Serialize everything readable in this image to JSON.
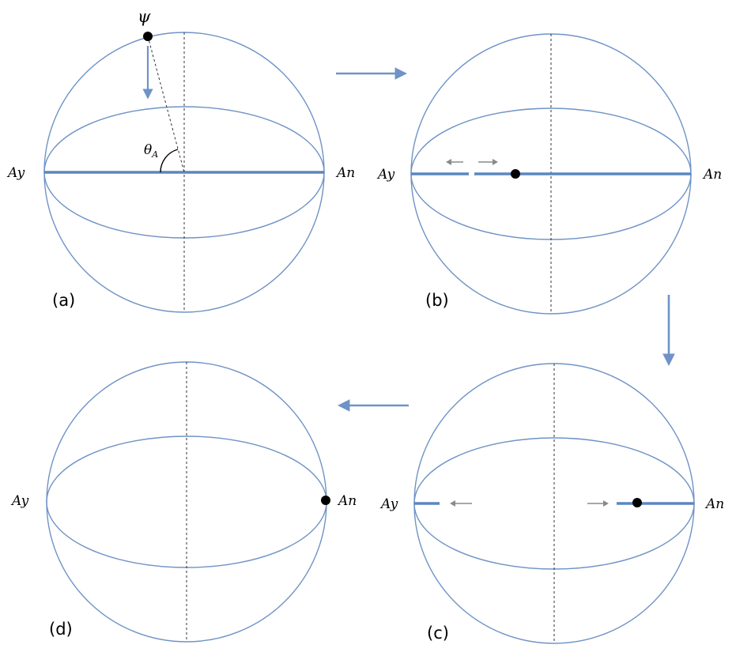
{
  "panels": [
    {
      "id": "a",
      "caption": "(a)",
      "left_label": "Ay",
      "right_label": "An",
      "state_label": "ψ",
      "angle_label_main": "θ",
      "angle_label_sub": "A"
    },
    {
      "id": "b",
      "caption": "(b)",
      "left_label": "Ay",
      "right_label": "An"
    },
    {
      "id": "c",
      "caption": "(c)",
      "left_label": "Ay",
      "right_label": "An"
    },
    {
      "id": "d",
      "caption": "(d)",
      "left_label": "Ay",
      "right_label": "An"
    }
  ],
  "colors": {
    "sphere_stroke": "#6f93c6",
    "axis_line": "#5b86c0",
    "flow_arrow": "#6f93c6",
    "small_arrow": "#8a8a8a",
    "dot": "#000000",
    "dashed_line": "#333333"
  }
}
